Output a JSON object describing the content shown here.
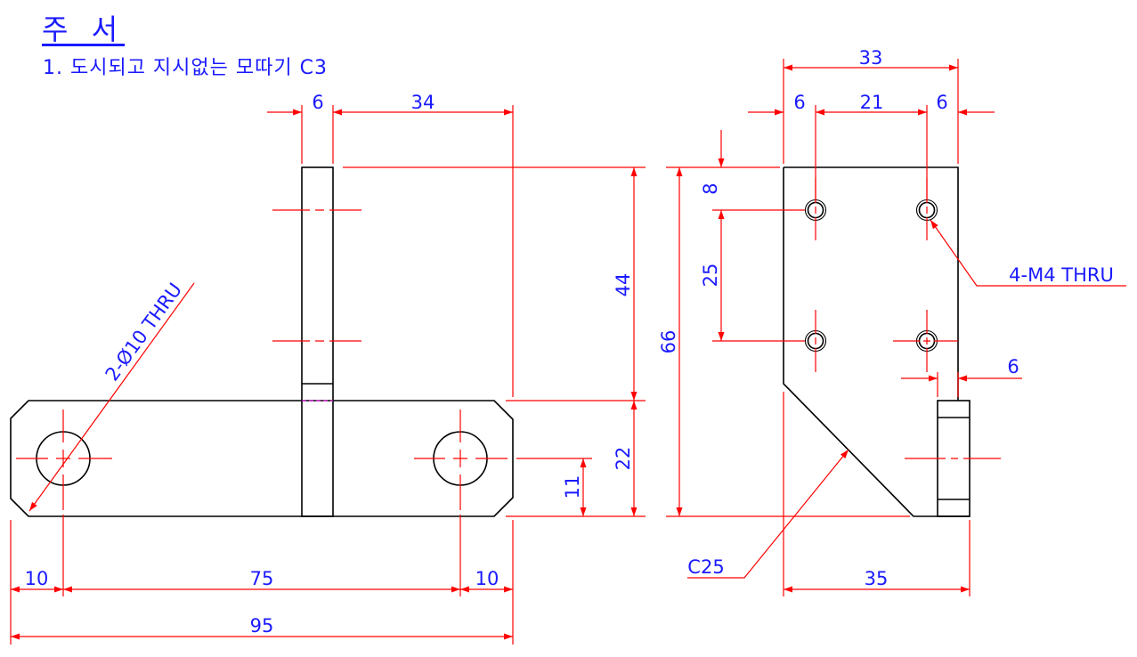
{
  "notes": {
    "title": "주 서",
    "items": [
      "1. 도시되고 지시없는 모따기 C3"
    ]
  },
  "colors": {
    "outline": "#000000",
    "dimension": "#ff0000",
    "text": "#1a1aff",
    "hidden": "#ff00ff"
  },
  "dimensions": {
    "front_width_total": "95",
    "front_width_edge_left": "10",
    "front_hole_pitch": "75",
    "front_width_edge_right": "10",
    "upright_thickness": "6",
    "upright_offset": "34",
    "upright_height": "44",
    "base_height": "22",
    "hole_center_height": "11",
    "side_total_height": "66",
    "side_width_top": "33",
    "side_left_edge": "6",
    "side_hole_pitch_h": "21",
    "side_right_edge": "6",
    "side_top_offset": "8",
    "side_hole_pitch_v": "25",
    "base_thickness": "6",
    "side_base_width": "35"
  },
  "callouts": {
    "thru_holes": "2-Ø10 THRU",
    "tapped_holes": "4-M4 THRU",
    "chamfer": "C25"
  }
}
